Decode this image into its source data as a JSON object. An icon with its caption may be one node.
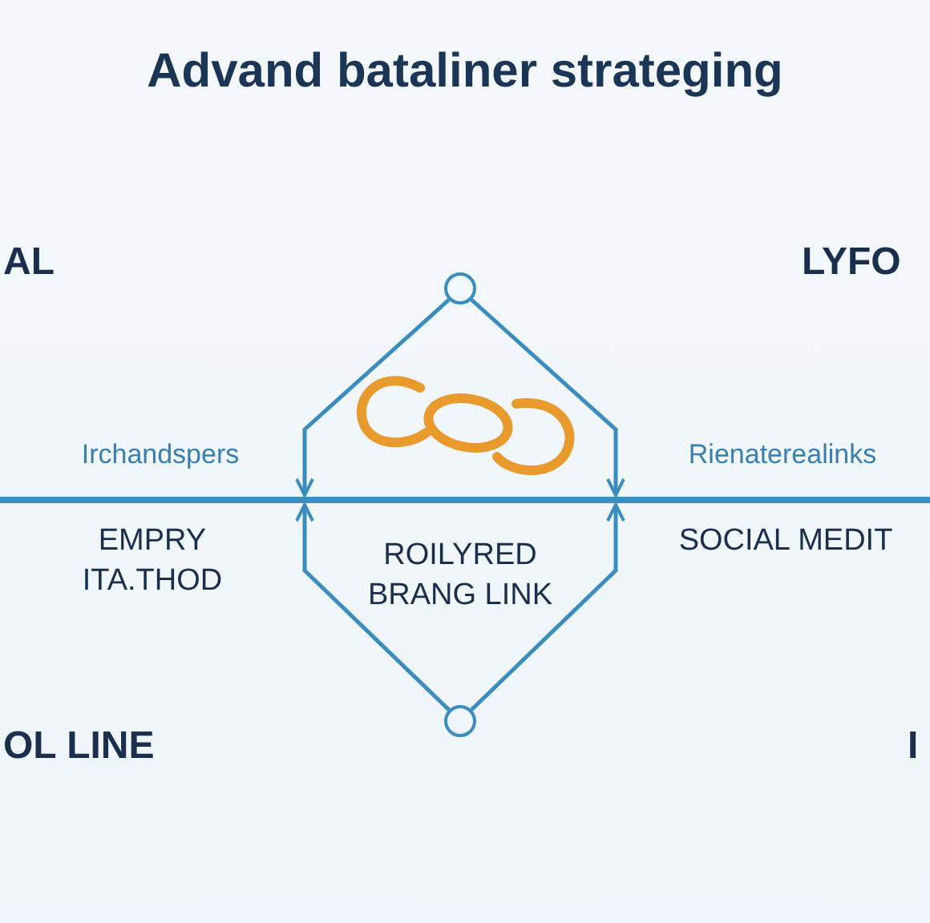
{
  "diagram": {
    "title": "Advand bataliner strateging",
    "nodes": [
      {
        "text": [],
        "shape": "circle"
      },
      {
        "text": [],
        "shape": "bar"
      },
      {
        "text": [],
        "shape": "circle"
      }
    ],
    "edges": [
      {
        "from": 0,
        "to": 1,
        "arrow": "to"
      },
      {
        "from": 0,
        "to": 1,
        "arrow": "to"
      },
      {
        "from": 2,
        "to": 1,
        "arrow": "to"
      },
      {
        "from": 2,
        "to": 1,
        "arrow": "to"
      }
    ],
    "labels": [
      "AL",
      "LYFO",
      "Irchandspers",
      "Rienaterealinks",
      "EMPRY ITA.THOD",
      "ROILYRED BRANG LINK",
      "SOCIAL MEDIT",
      "OL LINE",
      "I"
    ]
  }
}
